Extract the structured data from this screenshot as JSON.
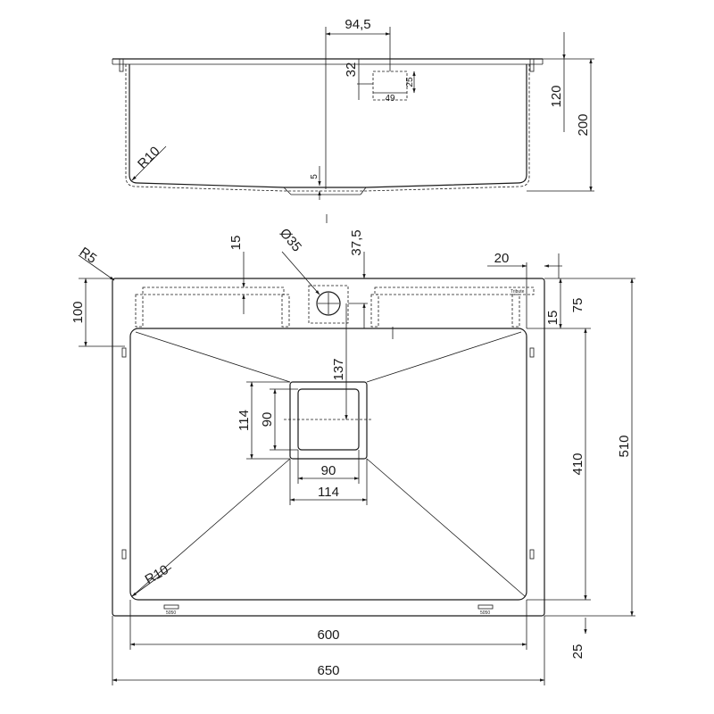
{
  "side_view": {
    "width_offset": "94,5",
    "hole_depth": "32",
    "hole_width": "49",
    "hole_height": "25",
    "height_120": "120",
    "height_200": "200",
    "corner_radius": "R10",
    "drain_depth": "5"
  },
  "top_view": {
    "corner_radius_outer": "R5",
    "rail_offset": "15",
    "tap_hole_diameter": "Ø35",
    "tap_hole_offset": "37,5",
    "right_gap": "20",
    "left_rail_depth": "100",
    "right_75": "75",
    "right_15": "15",
    "drain_137": "137",
    "drain_114_v": "114",
    "drain_90_v": "90",
    "drain_90_h": "90",
    "drain_114_h": "114",
    "inner_height": "410",
    "overall_height": "510",
    "inner_corner_radius": "R10",
    "inner_width": "600",
    "overall_width": "650",
    "bottom_25": "25",
    "brand_tag": "Tribute",
    "clip_label": "5050"
  }
}
